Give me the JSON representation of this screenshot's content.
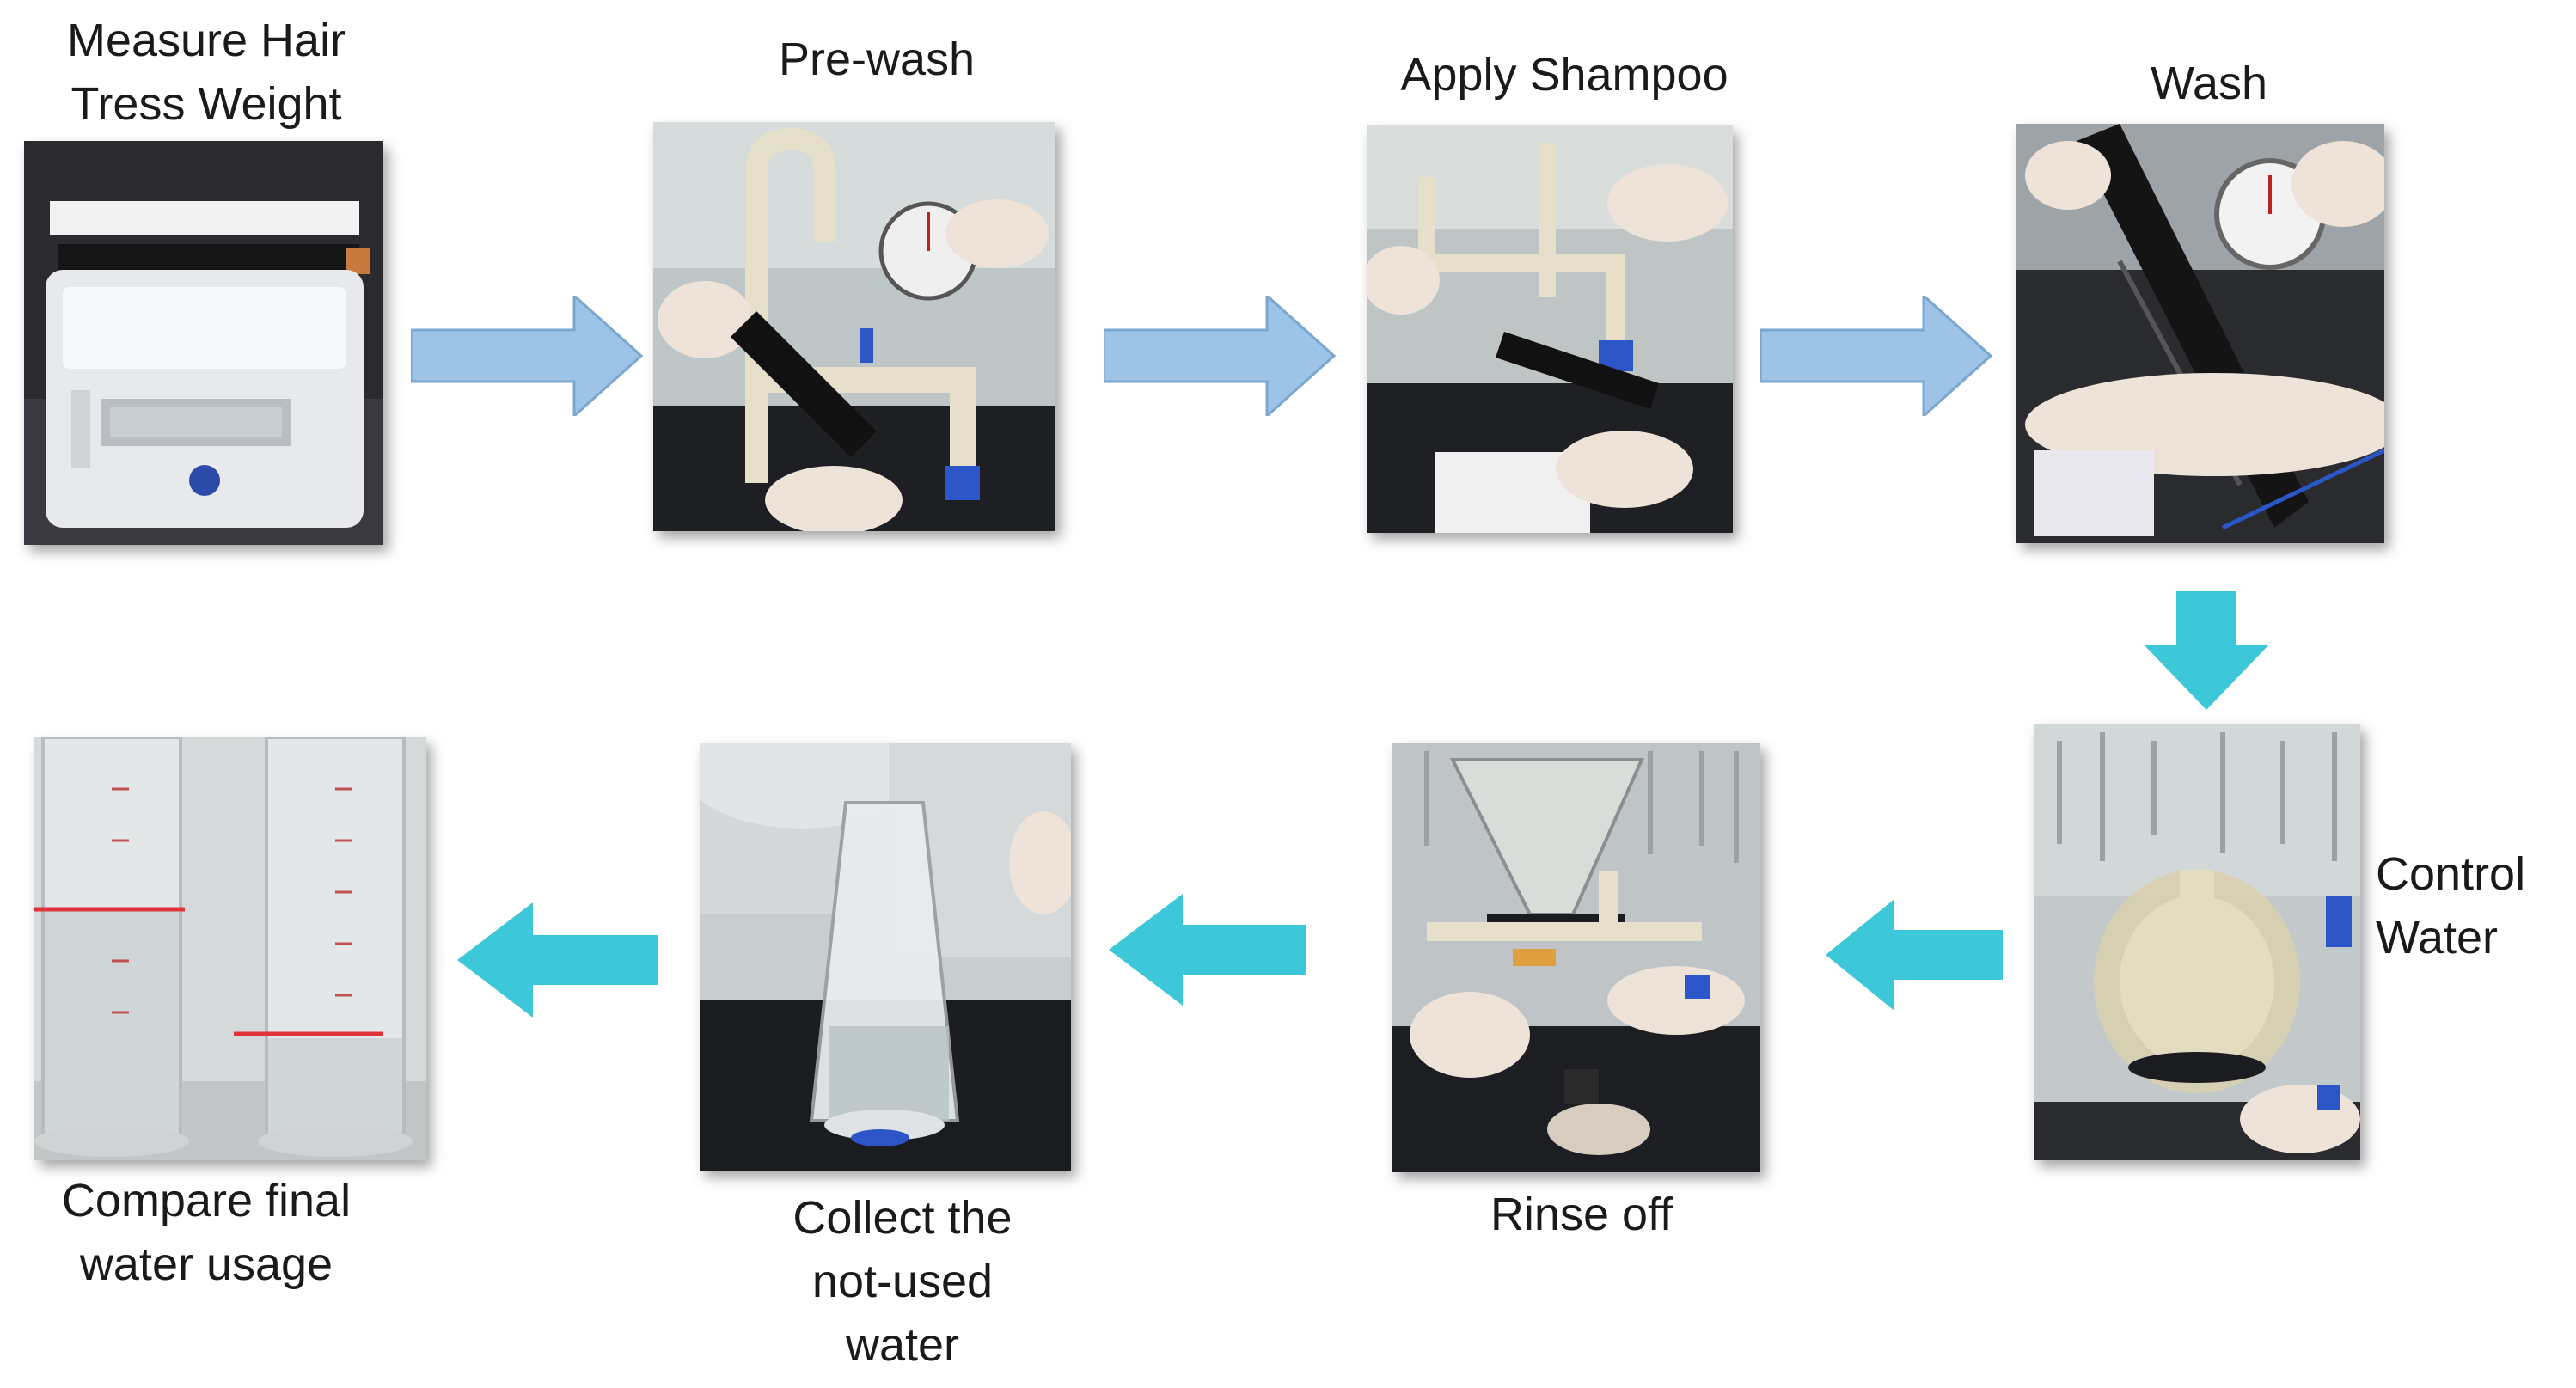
{
  "steps": {
    "measure": {
      "line1": "Measure Hair",
      "line2": "Tress Weight"
    },
    "prewash": {
      "label": "Pre-wash"
    },
    "shampoo": {
      "label": "Apply Shampoo"
    },
    "wash": {
      "label": "Wash"
    },
    "control": {
      "line1": "Control",
      "line2": "Water"
    },
    "rinse": {
      "label": "Rinse off"
    },
    "collect": {
      "line1": "Collect the",
      "line2": "not-used",
      "line3": "water"
    },
    "compare": {
      "line1": "Compare final",
      "line2": "water usage"
    }
  },
  "colors": {
    "arrow_top_row": "#9dc3e6",
    "arrow_bottom_row": "#3cc8d8",
    "bench_dark": "#1b1c20",
    "glove": "#eee3d8",
    "tube": "#e9e2cc",
    "accent_blue": "#2255c8",
    "marker_red": "#e0323a"
  },
  "icons": {
    "photo_1": "balance-scale-photo",
    "photo_2": "faucet-stopwatch-photo",
    "photo_3": "faucet-gloves-photo",
    "photo_4": "hair-tress-stopwatch-photo",
    "photo_5": "funnel-flask-photo",
    "photo_6": "rinse-funnel-photo",
    "photo_7": "graduated-cylinder-photo",
    "photo_8": "two-cylinders-photo"
  }
}
